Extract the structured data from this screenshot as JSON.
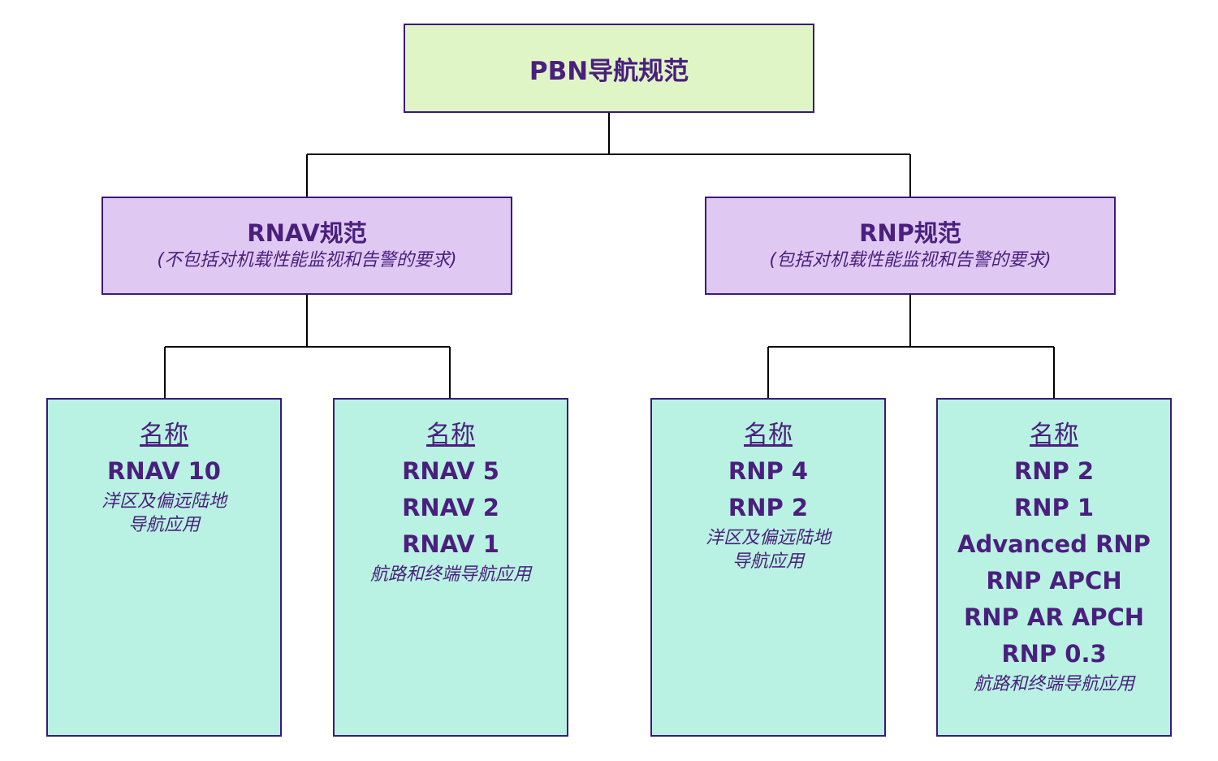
{
  "root": {
    "title": "PBN导航规范"
  },
  "rnav_spec": {
    "title": "RNAV规范",
    "subtitle": "(不包括对机载性能监视和告警的要求)"
  },
  "rnp_spec": {
    "title": "RNP规范",
    "subtitle": "(包括对机载性能监视和告警的要求)"
  },
  "leaves": [
    {
      "heading": "名称",
      "items": [
        "RNAV 10"
      ],
      "note": "洋区及偏远陆地\n导航应用"
    },
    {
      "heading": "名称",
      "items": [
        "RNAV 5",
        "RNAV 2",
        "RNAV 1"
      ],
      "note": "航路和终端导航应用"
    },
    {
      "heading": "名称",
      "items": [
        "RNP 4",
        "RNP 2"
      ],
      "note": "洋区及偏远陆地\n导航应用"
    },
    {
      "heading": "名称",
      "items": [
        "RNP 2",
        "RNP 1",
        "Advanced RNP",
        "RNP APCH",
        "RNP AR APCH",
        "RNP 0.3"
      ],
      "note": "航路和终端导航应用"
    }
  ]
}
